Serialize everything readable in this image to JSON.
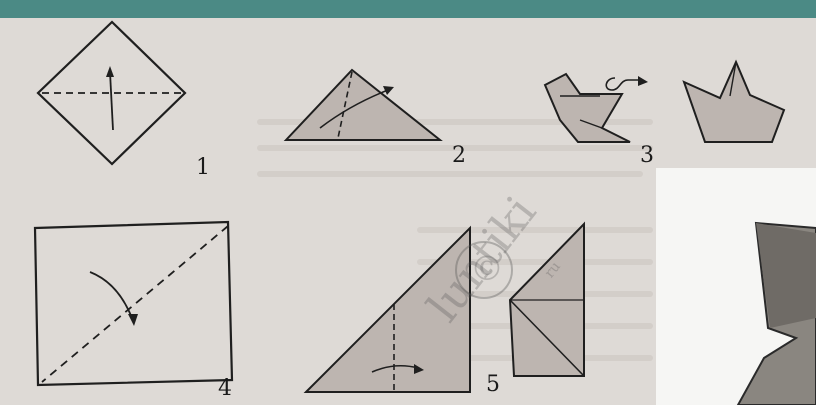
{
  "figure_labels": [
    "1",
    "2",
    "3",
    "4",
    "5"
  ],
  "watermark": {
    "symbol": "©",
    "site": "luntiki",
    "domain": "ru"
  },
  "colors": {
    "header_bar": "#4b8a85",
    "paper": "#dedad6",
    "fold_fill": "#bdb5b0",
    "line": "#1f1f1f"
  }
}
